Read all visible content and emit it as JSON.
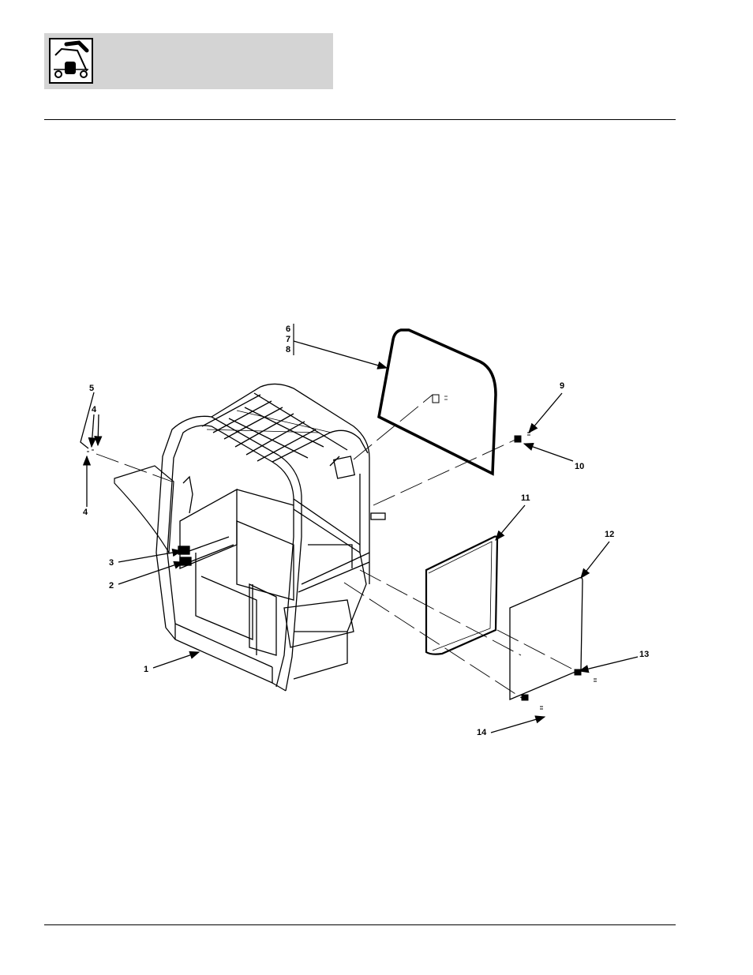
{
  "header": {
    "logo_icon": "loader-tractor-icon"
  },
  "diagram": {
    "callouts": [
      {
        "id": "c1",
        "label": "1"
      },
      {
        "id": "c2",
        "label": "2"
      },
      {
        "id": "c3",
        "label": "3"
      },
      {
        "id": "c4a",
        "label": "4"
      },
      {
        "id": "c4b",
        "label": "4"
      },
      {
        "id": "c5",
        "label": "5"
      },
      {
        "id": "c6",
        "label": "6"
      },
      {
        "id": "c7",
        "label": "7"
      },
      {
        "id": "c8",
        "label": "8"
      },
      {
        "id": "c9",
        "label": "9"
      },
      {
        "id": "c10",
        "label": "10"
      },
      {
        "id": "c11",
        "label": "11"
      },
      {
        "id": "c12",
        "label": "12"
      },
      {
        "id": "c13",
        "label": "13"
      },
      {
        "id": "c14",
        "label": "14"
      }
    ]
  }
}
